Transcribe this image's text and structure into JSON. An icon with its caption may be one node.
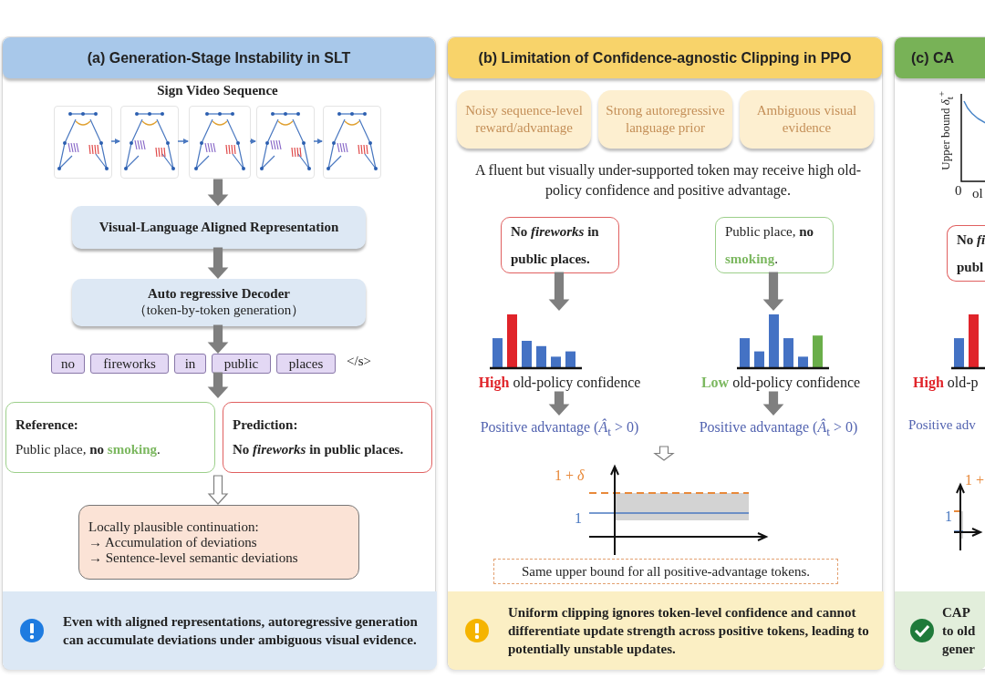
{
  "diagram": {
    "nodes": [
      {
        "text": [
          "(a) Generation-Stage Instability in SLT"
        ]
      },
      {
        "text": [
          "Sign Video Sequence"
        ],
        "in": 0
      },
      {
        "text": [],
        "shape": "picture",
        "in": 1
      },
      {
        "text": [],
        "shape": "picture",
        "in": 1
      },
      {
        "text": [],
        "shape": "picture",
        "in": 1
      },
      {
        "text": [],
        "shape": "picture",
        "in": 1
      },
      {
        "text": [],
        "shape": "picture",
        "in": 1
      },
      {
        "text": [
          "Visual-Language Aligned Representation"
        ],
        "in": 0
      },
      {
        "text": [
          "Auto regressive Decoder",
          "（token-by-token generation）"
        ],
        "in": 0
      },
      {
        "text": [
          "no"
        ],
        "in": 0
      },
      {
        "text": [
          "fireworks"
        ],
        "in": 0
      },
      {
        "text": [
          "in"
        ],
        "in": 0
      },
      {
        "text": [
          "public"
        ],
        "in": 0
      },
      {
        "text": [
          "places"
        ],
        "in": 0
      },
      {
        "text": [
          "Reference:",
          "Public place, **no** **smoking**."
        ],
        "in": 0
      },
      {
        "text": [
          "Prediction:",
          "No *fireworks* in public places."
        ],
        "in": 0
      },
      {
        "text": [
          "Locally plausible continuation:",
          "→ Accumulation of deviations",
          "→ Sentence-level semantic deviations"
        ],
        "in": 0
      },
      {
        "text": [
          "Even with aligned representations, autoregressive generation can accumulate deviations under ambiguous visual evidence."
        ],
        "in": 0
      },
      {
        "text": [
          "(b) Limitation of Confidence-agnostic Clipping in PPO"
        ]
      },
      {
        "text": [
          "Noisy sequence-level reward/advantage"
        ],
        "in": 18
      },
      {
        "text": [
          "Strong autoregressive language prior"
        ],
        "in": 18
      },
      {
        "text": [
          "Ambiguous visual evidence"
        ],
        "in": 18
      },
      {
        "text": [
          "No *fireworks* in public places."
        ],
        "in": 18
      },
      {
        "text": [
          "Public place, **no** **smoking**."
        ],
        "in": 18
      },
      {
        "text": [],
        "shape": "picture",
        "beside": [
          "**High** old-policy confidence"
        ],
        "in": 18
      },
      {
        "text": [],
        "shape": "picture",
        "beside": [
          "**Low** old-policy confidence"
        ],
        "in": 18
      },
      {
        "text": [
          "Positive advantage (*Â*$_{t}$ > 0)"
        ],
        "in": 18
      },
      {
        "text": [
          "Positive advantage (*Â*$_{t}$ > 0)"
        ],
        "in": 18
      },
      {
        "text": [],
        "shape": "picture",
        "in": 18
      },
      {
        "text": [
          "Same upper bound for all positive-advantage tokens."
        ],
        "in": 18
      },
      {
        "text": [
          "Uniform clipping ignores token-level confidence and cannot differentiate update strength across positive tokens, leading to potentially unstable updates."
        ],
        "in": 18
      },
      {
        "text": [
          "(c) CA"
        ]
      },
      {
        "text": [],
        "shape": "picture",
        "in": 31
      },
      {
        "text": [
          "No *fi* publ"
        ],
        "in": 31
      },
      {
        "text": [],
        "shape": "picture",
        "beside": [
          "**High** old-p"
        ],
        "in": 31
      },
      {
        "text": [],
        "shape": "picture",
        "in": 31
      },
      {
        "text": [
          "**CAP to old** gener"
        ],
        "in": 31
      }
    ],
    "edges": [
      {
        "from": 2,
        "to": 3,
        "arrow": "to",
        "color": "#4a78c0"
      },
      {
        "from": 3,
        "to": 4,
        "arrow": "to",
        "color": "#4a78c0"
      },
      {
        "from": 4,
        "to": 5,
        "arrow": "to",
        "color": "#4a78c0"
      },
      {
        "from": 5,
        "to": 6,
        "arrow": "to",
        "color": "#4a78c0"
      },
      {
        "from": 1,
        "to": 7,
        "arrow": "to",
        "style": "thick"
      },
      {
        "from": 7,
        "to": 8,
        "arrow": "to",
        "style": "thick"
      },
      {
        "from": 8,
        "to": 12,
        "arrow": "to",
        "style": "thick"
      },
      {
        "from": 12,
        "to": null,
        "arrow": "to",
        "style": "thick"
      },
      {
        "from": null,
        "to": 16,
        "arrow": "to",
        "style": "thick"
      },
      {
        "from": 22,
        "to": 24,
        "arrow": "to",
        "style": "thick"
      },
      {
        "from": 23,
        "to": 25,
        "arrow": "to",
        "style": "thick"
      },
      {
        "from": 24,
        "to": 26,
        "arrow": "to",
        "style": "thick"
      },
      {
        "from": 25,
        "to": 27,
        "arrow": "to",
        "style": "thick"
      },
      {
        "from": null,
        "to": 28,
        "arrow": "to",
        "style": "thick"
      }
    ],
    "labels": [
      "</s>",
      "A fluent but visually under-supported token may receive high old-policy confidence and positive advantage.",
      "1 + *δ*",
      "1",
      "Upper bound *δ*$_{t}$$^{+}$",
      "0",
      "ol",
      "Positive adv",
      "1 +",
      "1"
    ]
  }
}
